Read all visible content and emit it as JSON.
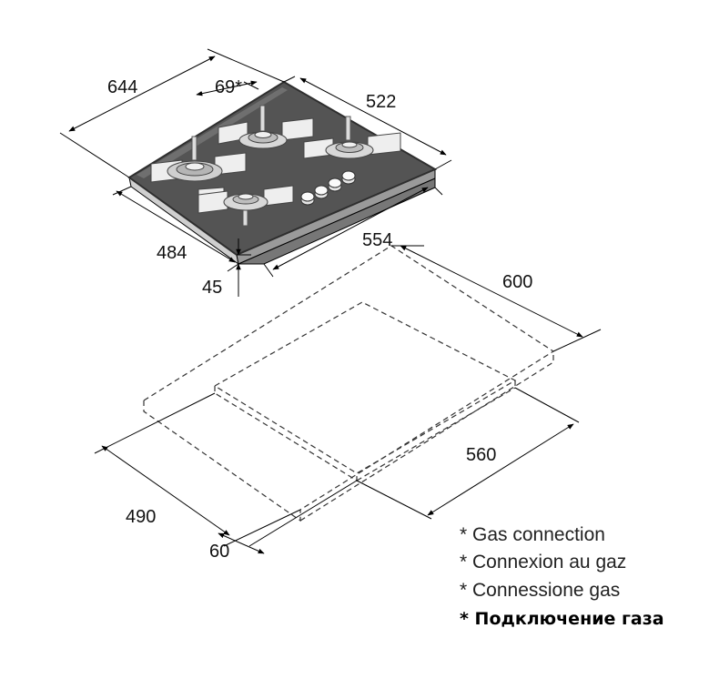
{
  "dimensions": {
    "depth": "644",
    "gas_offset": "69*",
    "width_top": "522",
    "depth_bottom": "484",
    "width_bottom": "554",
    "height": "45",
    "cutout_width": "600",
    "cutout_inner": "560",
    "cutout_depth": "490",
    "front_gap": "60"
  },
  "notes": [
    "* Gas connection",
    "* Connexion au gaz",
    "* Connessione gas",
    "* Подключение газа"
  ],
  "colors": {
    "glass": "#545454",
    "glass_edge": "#2e2e2e",
    "support": "#eeeeee",
    "line": "#000000"
  }
}
